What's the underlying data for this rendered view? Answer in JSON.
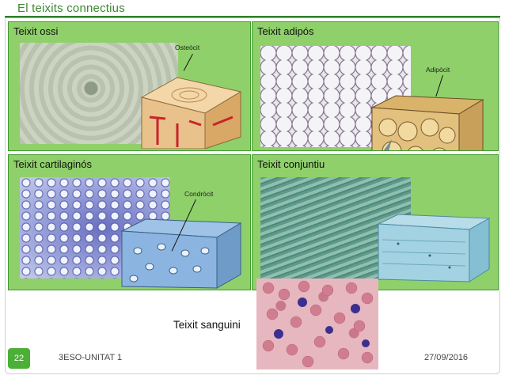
{
  "slide": {
    "title": "El teixits connectius",
    "page_number": "22",
    "unit": "3ESO-UNITAT 1",
    "date": "27/09/2016"
  },
  "panels": {
    "ossi": {
      "label": "Teixit ossi",
      "callout": "Osteòcit"
    },
    "adipos": {
      "label": "Teixit adipós",
      "callout": "Adipòcit"
    },
    "cartilaginos": {
      "label": "Teixit cartilaginós",
      "callout": "Condròcit"
    },
    "conjuntiu": {
      "label": "Teixit conjuntiu"
    }
  },
  "blood": {
    "label": "Teixit sanguini"
  },
  "colors": {
    "panel_fill": "#8fd06a",
    "panel_border": "#3f9a2c",
    "title_green": "#3a8a2e",
    "badge_green": "#4caf36"
  }
}
